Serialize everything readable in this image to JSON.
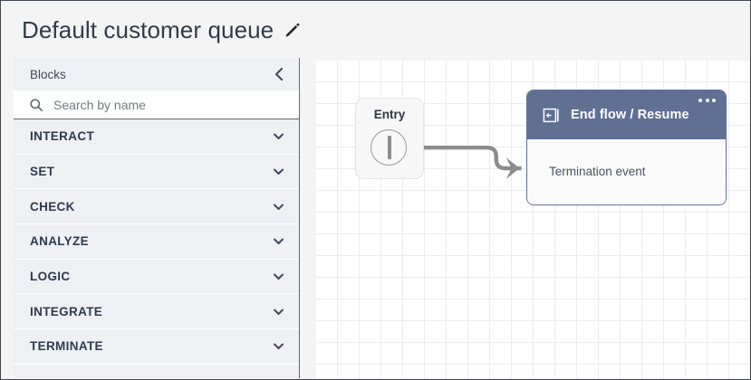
{
  "header": {
    "title": "Default customer queue",
    "edit_icon": "pencil-icon"
  },
  "sidebar": {
    "title": "Blocks",
    "collapse_icon": "chevron-left-icon",
    "search": {
      "icon": "search-icon",
      "placeholder": "Search by name",
      "value": ""
    },
    "categories": [
      {
        "label": "INTERACT",
        "icon": "chevron-down-icon"
      },
      {
        "label": "SET",
        "icon": "chevron-down-icon"
      },
      {
        "label": "CHECK",
        "icon": "chevron-down-icon"
      },
      {
        "label": "ANALYZE",
        "icon": "chevron-down-icon"
      },
      {
        "label": "LOGIC",
        "icon": "chevron-down-icon"
      },
      {
        "label": "INTEGRATE",
        "icon": "chevron-down-icon"
      },
      {
        "label": "TERMINATE",
        "icon": "chevron-down-icon"
      }
    ]
  },
  "canvas": {
    "entry_node": {
      "label": "Entry",
      "port_icon": "connector-port-icon"
    },
    "connector": {
      "arrow_icon": "arrow-right-icon",
      "color": "#8c8c8c"
    },
    "flow_block": {
      "icon": "end-flow-icon",
      "title": "End flow / Resume",
      "menu_icon": "kebab-menu-icon",
      "body_text": "Termination event",
      "header_color": "#5f7093",
      "border_color": "#5f7093"
    }
  }
}
